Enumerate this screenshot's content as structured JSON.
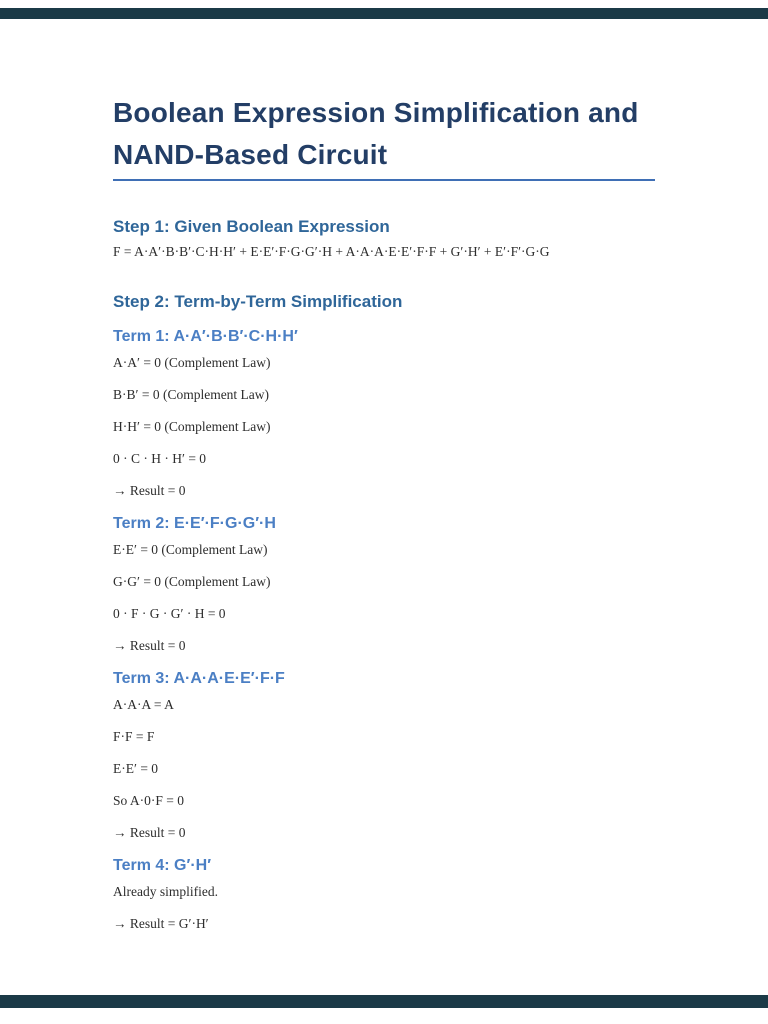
{
  "viewer": {
    "bar_color": "#1b3a47"
  },
  "doc": {
    "title": "Boolean Expression Simplification and NAND-Based Circuit",
    "step1_heading": "Step 1: Given Boolean Expression",
    "expression": "F = A·A′·B·B′·C·H·H′ + E·E′·F·G·G′·H + A·A·A·E·E′·F·F + G′·H′ + E′·F′·G·G",
    "step2_heading": "Step 2: Term-by-Term Simplification",
    "terms": [
      {
        "heading": "Term 1: A·A′·B·B′·C·H·H′",
        "lines": [
          "A·A′ = 0 (Complement Law)",
          "B·B′ = 0 (Complement Law)",
          "H·H′ = 0 (Complement Law)",
          "0 · C · H · H′ = 0",
          "→ Result = 0"
        ]
      },
      {
        "heading": "Term 2: E·E′·F·G·G′·H",
        "lines": [
          "E·E′ = 0 (Complement Law)",
          "G·G′ = 0 (Complement Law)",
          "0 · F · G · G′ · H = 0",
          "→ Result = 0"
        ]
      },
      {
        "heading": "Term 3: A·A·A·E·E′·F·F",
        "lines": [
          "A·A·A = A",
          "F·F = F",
          "E·E′ = 0",
          "So A·0·F = 0",
          "→ Result = 0"
        ]
      },
      {
        "heading": "Term 4: G′·H′",
        "lines": [
          "Already simplified.",
          "→ Result = G′·H′"
        ]
      }
    ],
    "colors": {
      "title": "#233e66",
      "rule": "#3f6fb5",
      "step_heading": "#2f6699",
      "term_heading": "#4b7fc4",
      "body_text": "#2d2d2d",
      "viewer_bar": "#1b3a47"
    }
  }
}
